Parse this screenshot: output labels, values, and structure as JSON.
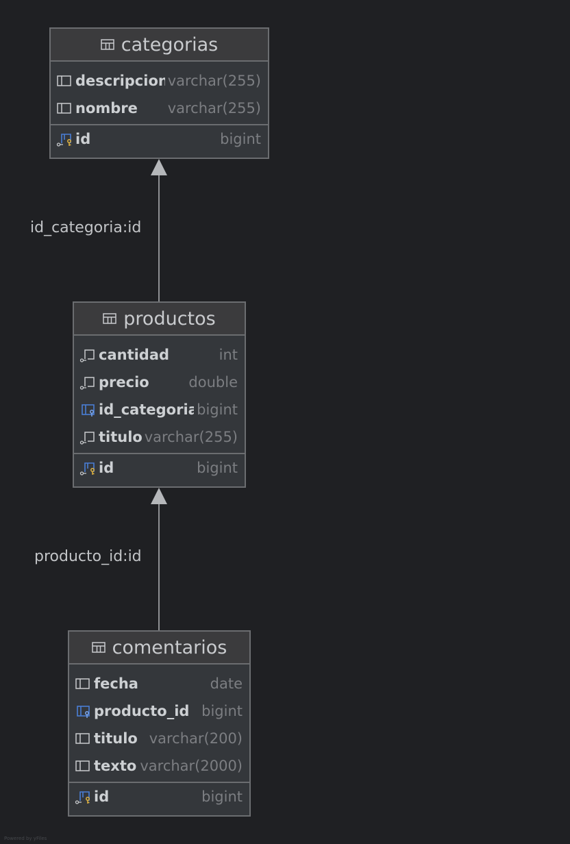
{
  "colors": {
    "background": "#1f2023",
    "table_body": "#34373b",
    "table_header": "#3b3b3d",
    "border": "#6b6d70",
    "fk_icon": "#4a7ed6",
    "pk_key": "#e0b341",
    "edge": "#8f9194",
    "arrow": "#b5b7ba"
  },
  "tables": {
    "categorias": {
      "name": "categorias",
      "icon": "table-icon",
      "columns": [
        {
          "name": "descripcion",
          "type": "varchar(255)",
          "icon": "column-icon"
        },
        {
          "name": "nombre",
          "type": "varchar(255)",
          "icon": "column-icon"
        }
      ],
      "pk": {
        "name": "id",
        "type": "bigint",
        "icon": "primary-key-icon"
      }
    },
    "productos": {
      "name": "productos",
      "icon": "table-icon",
      "columns": [
        {
          "name": "cantidad",
          "type": "int",
          "icon": "not-null-column-icon"
        },
        {
          "name": "precio",
          "type": "double",
          "icon": "not-null-column-icon"
        },
        {
          "name": "id_categoria",
          "type": "bigint",
          "icon": "foreign-key-icon"
        },
        {
          "name": "titulo",
          "type": "varchar(255)",
          "icon": "not-null-column-icon"
        }
      ],
      "pk": {
        "name": "id",
        "type": "bigint",
        "icon": "primary-key-icon"
      }
    },
    "comentarios": {
      "name": "comentarios",
      "icon": "table-icon",
      "columns": [
        {
          "name": "fecha",
          "type": "date",
          "icon": "column-icon"
        },
        {
          "name": "producto_id",
          "type": "bigint",
          "icon": "foreign-key-icon"
        },
        {
          "name": "titulo",
          "type": "varchar(200)",
          "icon": "column-icon"
        },
        {
          "name": "texto",
          "type": "varchar(2000)",
          "icon": "column-icon"
        }
      ],
      "pk": {
        "name": "id",
        "type": "bigint",
        "icon": "primary-key-icon"
      }
    }
  },
  "relations": [
    {
      "label": "id_categoria:id",
      "from": "productos",
      "to": "categorias"
    },
    {
      "label": "producto_id:id",
      "from": "comentarios",
      "to": "productos"
    }
  ],
  "watermark": "Powered by yFiles"
}
